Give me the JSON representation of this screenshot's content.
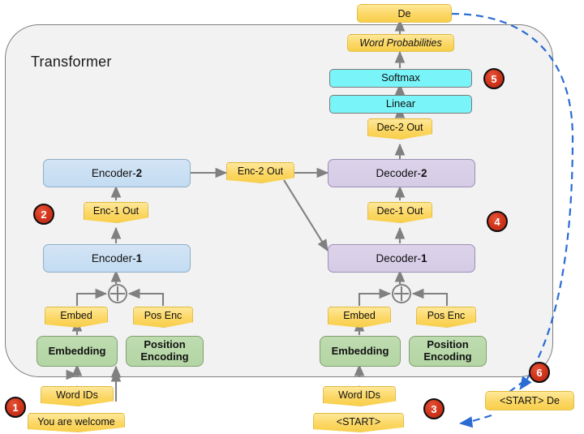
{
  "diagram": {
    "container_title": "Transformer",
    "accent_colors": {
      "encoder_fill": "#c9e0f4",
      "decoder_fill": "#d8cfe8",
      "softmax_fill": "#79f4f8",
      "embedding_fill": "#b8d8a8",
      "data_label_fill": "#fbd765",
      "badge_fill": "#d3371c",
      "dashed_arrow": "#2b6cd4",
      "container_fill": "#f2f2f2"
    }
  },
  "encoder_stack": {
    "encoder_1": "Encoder-1",
    "encoder_2": "Encoder-2",
    "enc_1_out": "Enc-1 Out",
    "enc_2_out": "Enc-2 Out",
    "embed_label": "Embed",
    "pos_enc_label": "Pos Enc",
    "embedding_box": "Embedding",
    "position_encoding_box": "Position Encoding",
    "word_ids": "Word IDs",
    "input_sentence": "You are welcome",
    "plus_symbol": "+"
  },
  "decoder_stack": {
    "decoder_1": "Decoder-1",
    "decoder_2": "Decoder-2",
    "dec_1_out": "Dec-1 Out",
    "dec_2_out": "Dec-2 Out",
    "embed_label": "Embed",
    "pos_enc_label": "Pos Enc",
    "embedding_box": "Embedding",
    "position_encoding_box": "Position Encoding",
    "word_ids": "Word IDs",
    "input_token": "<START>",
    "plus_symbol": "+"
  },
  "output_head": {
    "linear": "Linear",
    "softmax": "Softmax",
    "word_probabilities": "Word Probabilities",
    "predicted_word": "De"
  },
  "feedback": {
    "next_input": "<START> De"
  },
  "badges": [
    {
      "id": "1",
      "label": "1"
    },
    {
      "id": "2",
      "label": "2"
    },
    {
      "id": "3",
      "label": "3"
    },
    {
      "id": "4",
      "label": "4"
    },
    {
      "id": "5",
      "label": "5"
    },
    {
      "id": "6",
      "label": "6"
    }
  ]
}
